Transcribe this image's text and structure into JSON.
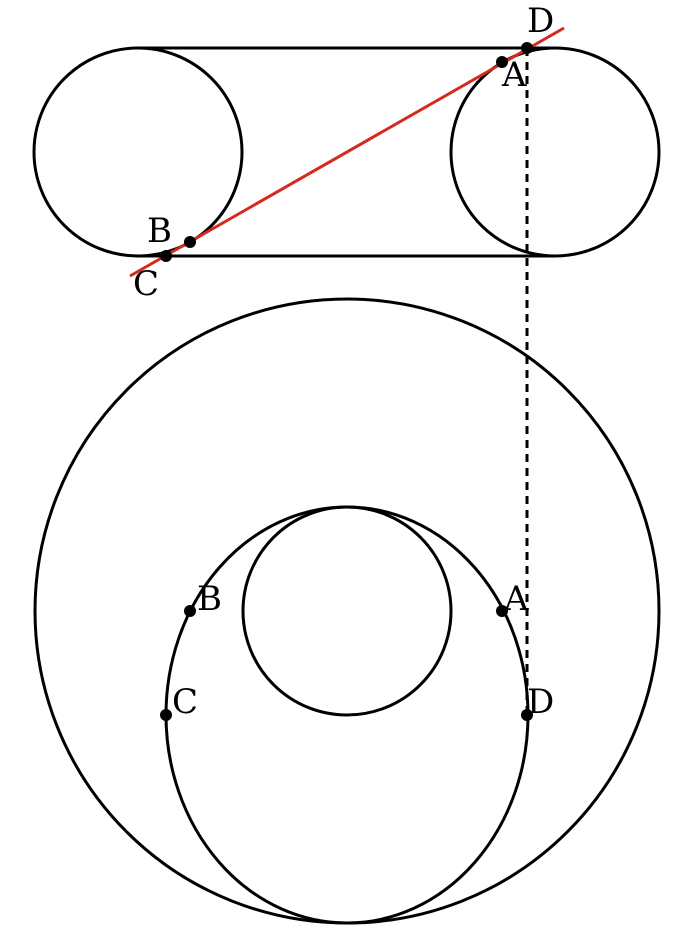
{
  "colors": {
    "stroke": "#000000",
    "line": "#d42a20",
    "point": "#000000",
    "background": "#ffffff"
  },
  "top_view": {
    "labels": {
      "A": "A",
      "B": "B",
      "C": "C",
      "D": "D"
    }
  },
  "bottom_view": {
    "labels": {
      "A": "A",
      "B": "B",
      "C": "C",
      "D": "D"
    }
  }
}
